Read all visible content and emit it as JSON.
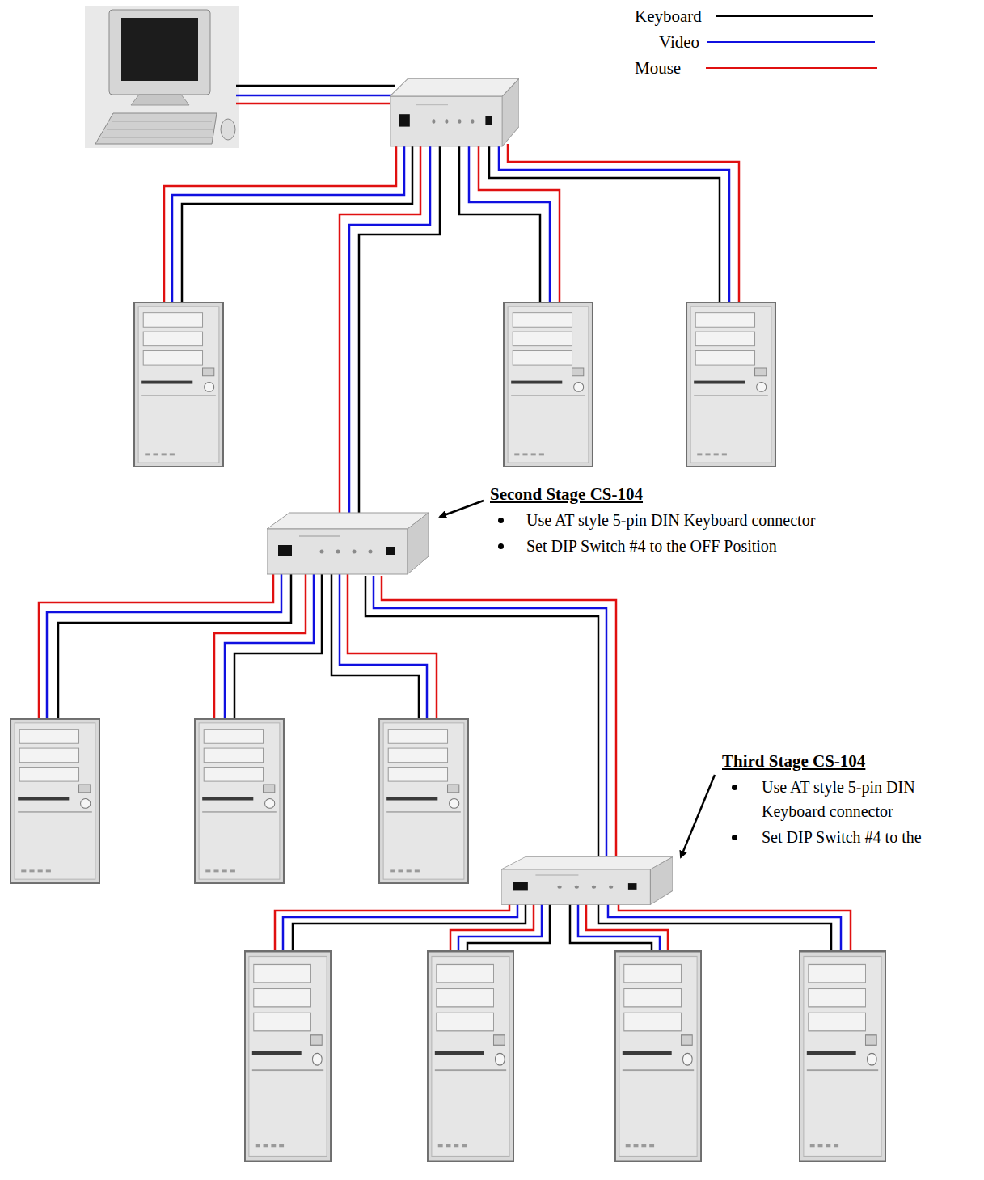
{
  "diagram": {
    "nodes": [
      {
        "text": [
          "Second Stage CS-104",
          "Use AT style 5-pin DIN Keyboard connector",
          "Set DIP Switch #4 to the OFF Position"
        ]
      },
      {
        "text": [
          "Third Stage CS-104",
          "Use AT style 5-pin DIN Keyboard connector",
          "Set DIP Switch #4 to the"
        ]
      }
    ],
    "edges": [
      {
        "from": 0,
        "to": 1,
        "arrow": "none"
      }
    ],
    "legend": [
      {
        "text": "Keyboard"
      },
      {
        "text": "Video"
      },
      {
        "text": "Mouse"
      }
    ]
  }
}
